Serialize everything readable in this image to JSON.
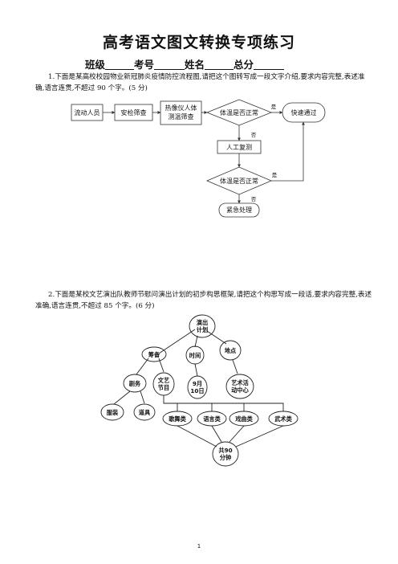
{
  "title": "高考语文图文转换专项练习",
  "fields": [
    "班级",
    "考号",
    "姓名",
    "总分"
  ],
  "q1": {
    "text": "1.下面是某高校校园物业新冠肺炎疫情防控流程图,请把这个图转写成一段文字介绍,要求内容完整,表述准确,语言连贯,不超过 90 个字。(5 分)",
    "flow": {
      "start": "流动人员",
      "step1": "安检筛查",
      "step2_line1": "热像仪人体",
      "step2_line2": "测温筛查",
      "decision1": "体温是否正常",
      "fast": "快速通过",
      "recheck": "人工复测",
      "decision2": "体温是否正常",
      "emergency": "紧急处理",
      "yes": "是",
      "no": "否"
    }
  },
  "q2": {
    "text": "2.下面是某校文艺演出队教师节慰问演出计划的初步构思框架,请把这个构思写成一段话,要求内容完整,表述准确,语言连贯,不超过 85 个字。(6 分)",
    "mind": {
      "root_line1": "演出",
      "root_line2": "计划",
      "prep": "筹备",
      "time": "时间",
      "place": "地点",
      "script": "剧务",
      "program_line1": "文艺",
      "program_line2": "节目",
      "date_line1": "9月",
      "date_line2": "10日",
      "venue_line1": "艺术活",
      "venue_line2": "动中心",
      "costume": "服装",
      "props": "道具",
      "song": "歌舞类",
      "language": "语言类",
      "opera": "戏曲类",
      "martial": "武术类",
      "total_line1": "共90",
      "total_line2": "分钟"
    }
  },
  "page_number": "1"
}
